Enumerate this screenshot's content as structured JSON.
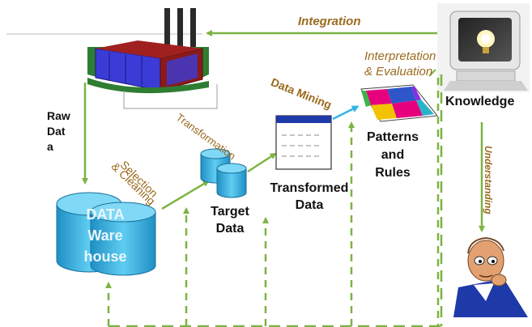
{
  "diagram": {
    "labels": {
      "integration": "Integration",
      "raw_data": [
        "Raw",
        "Dat",
        "a"
      ],
      "selection_cleaning": [
        "Selection",
        "& Cleaning"
      ],
      "transformation": "Transformation",
      "data_mining": "Data Mining",
      "interpretation_evaluation": [
        "Interpretation",
        "& Evaluation"
      ],
      "understanding": "Understanding",
      "knowledge": "Knowledge",
      "data_warehouse": [
        "DATA",
        "Ware",
        "house"
      ],
      "target_data": [
        "Target",
        "Data"
      ],
      "transformed_data": [
        "Transformed",
        "Data"
      ],
      "patterns_rules": [
        "Patterns",
        "and",
        "Rules"
      ]
    },
    "icons": [
      "factory-icon",
      "database-icon",
      "table-icon",
      "puzzle-icon",
      "monitor-lightbulb-icon",
      "thinking-man-icon"
    ],
    "colors": {
      "arrow_green": "#7cb342",
      "label_brown": "#9a6a1e",
      "database_blue": "#33b5e5",
      "factory_blue": "#3b3bd6",
      "factory_red": "#8b1a1a",
      "grass_green": "#2e7d32"
    }
  }
}
